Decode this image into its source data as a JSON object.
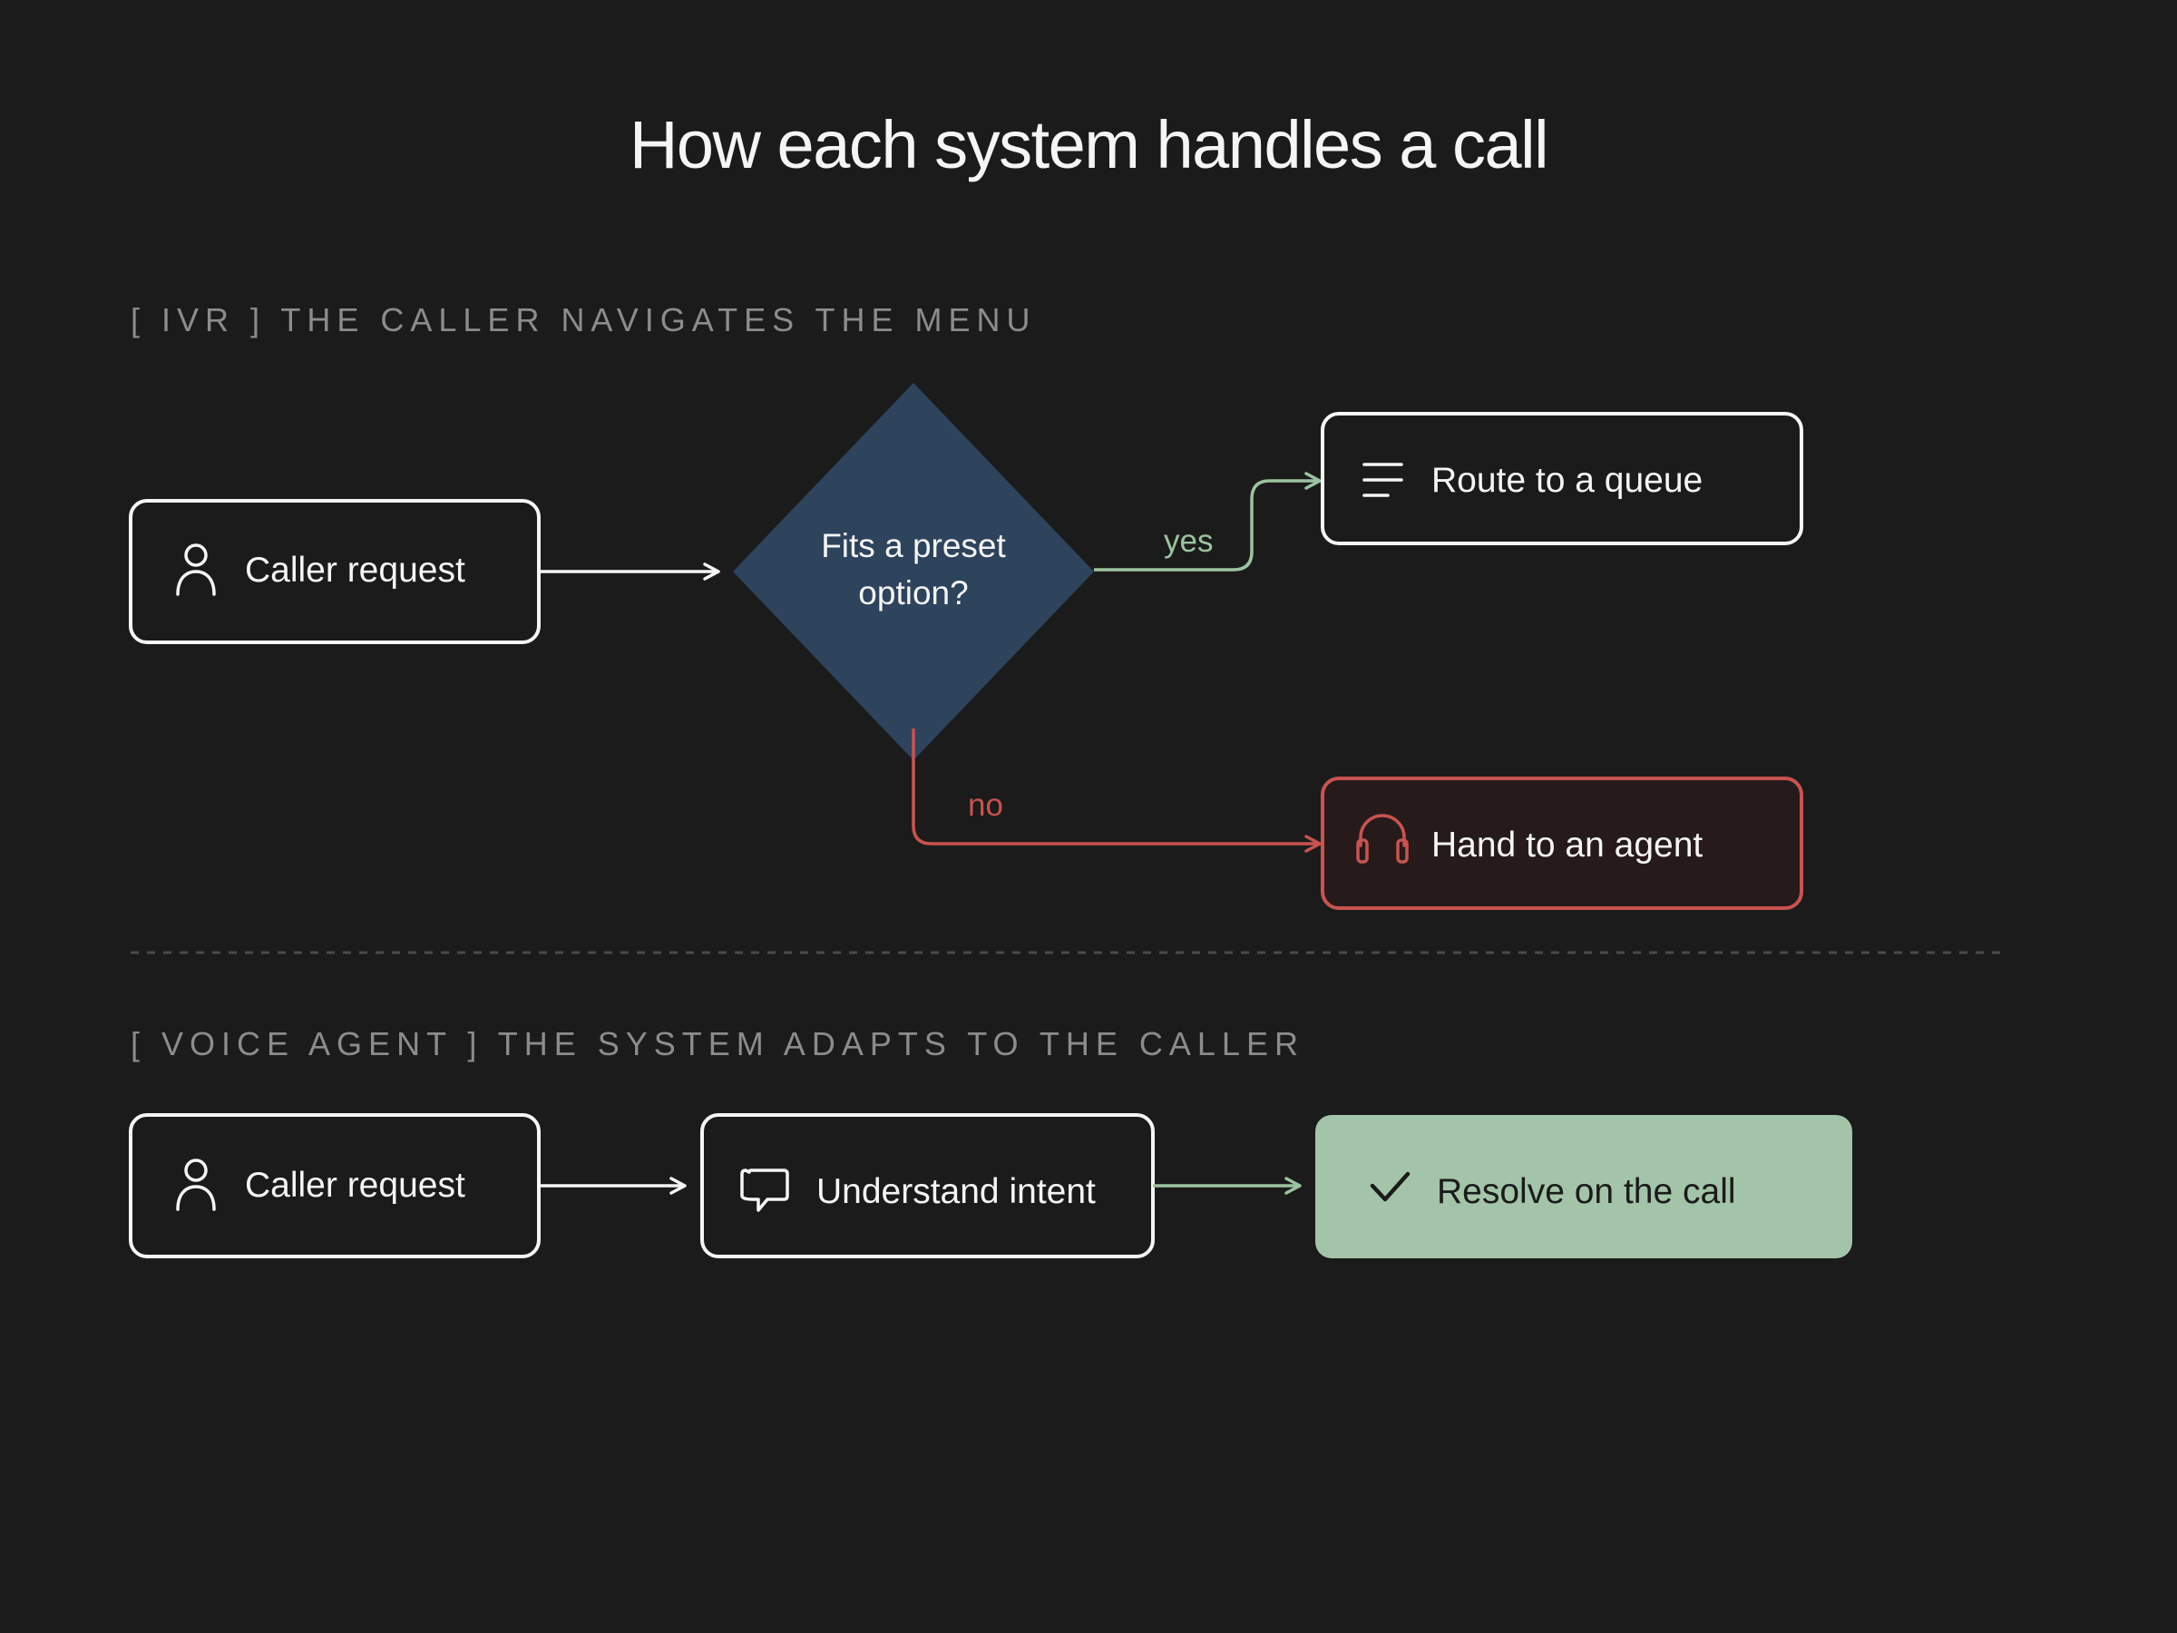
{
  "title": "How each system handles a call",
  "colors": {
    "background": "#1b1b1b",
    "node_stroke": "#f5f5f5",
    "decision_fill": "#2e435c",
    "yes_green": "#9cc39f",
    "no_red": "#c9534f",
    "agent_fill": "#261a1b",
    "resolve_fill": "#a3c4a8",
    "label_gray": "#8c8c8c"
  },
  "ivr": {
    "section_label": "[ IVR ] THE CALLER NAVIGATES THE MENU",
    "caller_request": {
      "label": "Caller request",
      "icon": "person-icon"
    },
    "decision": {
      "line1": "Fits a preset",
      "line2": "option?"
    },
    "yes_label": "yes",
    "no_label": "no",
    "route_queue": {
      "label": "Route to a queue",
      "icon": "list-lines-icon"
    },
    "hand_agent": {
      "label": "Hand to an agent",
      "icon": "headphones-icon"
    }
  },
  "voice_agent": {
    "section_label": "[ VOICE AGENT ] THE SYSTEM ADAPTS TO THE CALLER",
    "caller_request": {
      "label": "Caller request",
      "icon": "person-icon"
    },
    "understand_intent": {
      "label": "Understand intent",
      "icon": "speech-bubble-icon"
    },
    "resolve": {
      "label": "Resolve on the call",
      "icon": "checkmark-icon"
    }
  }
}
